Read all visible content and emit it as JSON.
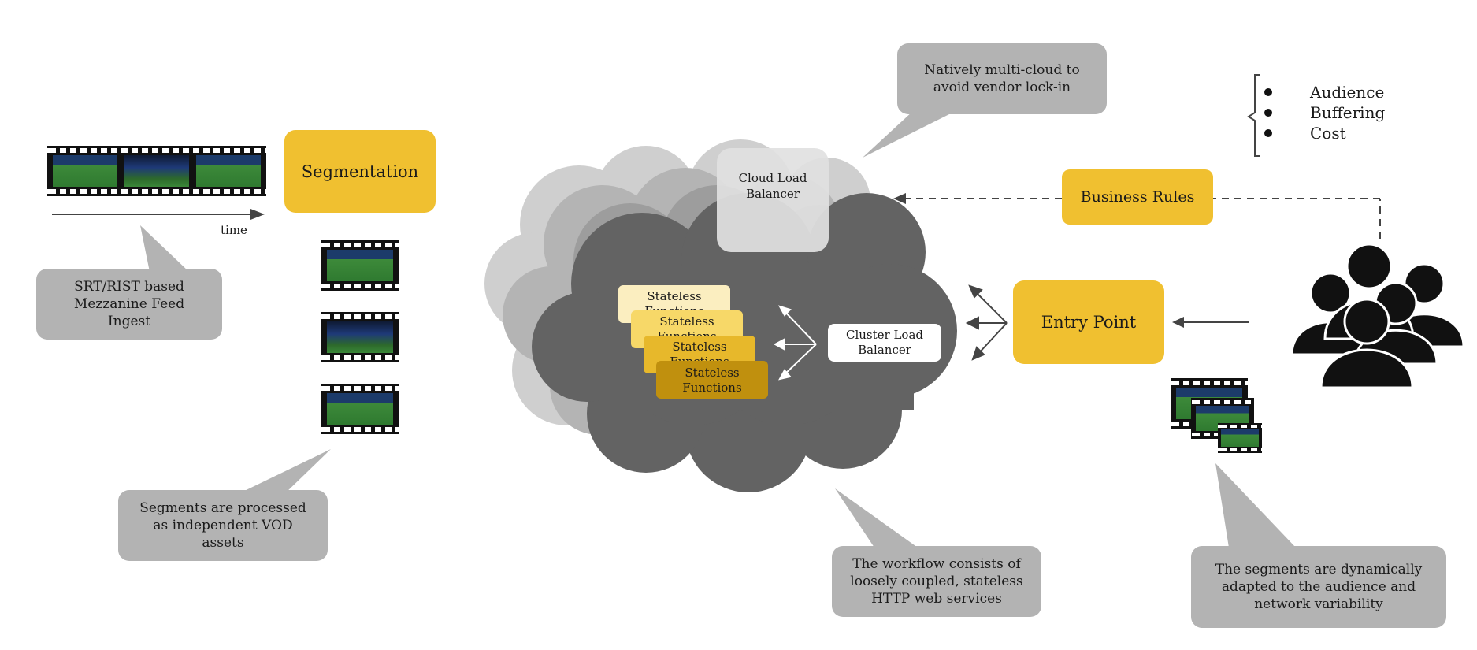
{
  "time_label": "time",
  "segmentation_label": "Segmentation",
  "ingest_note": [
    "SRT/RIST based",
    "Mezzanine Feed",
    "Ingest"
  ],
  "segments_note": [
    "Segments are processed",
    "as independent VOD",
    "assets"
  ],
  "multicloud_note": [
    "Natively multi-cloud to",
    "avoid vendor lock-in"
  ],
  "cloud_lb": [
    "Cloud Load",
    "Balancer"
  ],
  "cluster_lb": [
    "Cluster Load",
    "Balancer"
  ],
  "stateless_functions": [
    {
      "label": "Stateless Functions",
      "color": "#fbeec0"
    },
    {
      "label": "Stateless Functions",
      "color": "#f7d868"
    },
    {
      "label": "Stateless Functions",
      "color": "#e7b82b"
    },
    {
      "label": "Stateless Functions",
      "color": "#c0900e"
    }
  ],
  "workflow_note": [
    "The workflow consists of",
    "loosely coupled, stateless",
    "HTTP web services"
  ],
  "entry_point_label": "Entry Point",
  "business_rules_label": "Business Rules",
  "factors": [
    "Audience",
    "Buffering",
    "Cost"
  ],
  "adapt_note": [
    "The segments are dynamically",
    "adapted to the audience and",
    "network variability"
  ],
  "colors": {
    "accent_yellow": "#f0c030",
    "note_gray": "#b3b3b3",
    "cloud_dark": "#626262",
    "cloud_light": "#c9c9c9"
  },
  "icons": [
    "filmstrip-icon",
    "audience-icon",
    "adaptive-bitrate-icon"
  ]
}
